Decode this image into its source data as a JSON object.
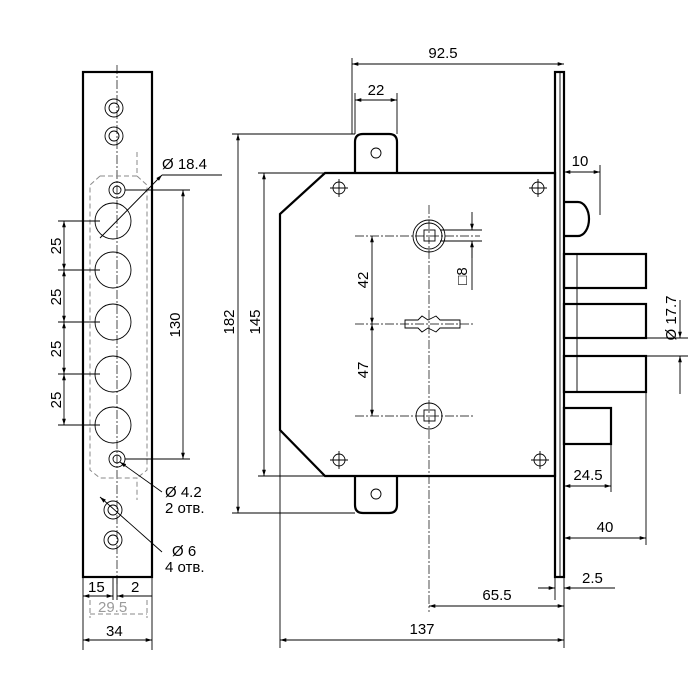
{
  "faceplate": {
    "dims": {
      "hole_dia": "Ø 18.4",
      "pitch_1": "25",
      "pitch_2": "25",
      "pitch_3": "25",
      "pitch_4": "25",
      "span": "130",
      "width_left": "15",
      "width_right": "2",
      "inner_width": "29.5",
      "total_width": "34"
    },
    "notes": {
      "small_hole_dia": "Ø 4.2",
      "small_hole_count": "2 отв.",
      "screw_hole_dia": "Ø 6",
      "screw_hole_count": "4 отв."
    }
  },
  "lock_body": {
    "dims": {
      "overall_depth": "92.5",
      "tab_width": "22",
      "height_182": "182",
      "height_145": "145",
      "upper_spacing": "42",
      "lower_spacing": "47",
      "square": "□8",
      "latch_offset": "10",
      "bolt_dia": "Ø 17.7",
      "bolt_projection": "24.5",
      "bolt_throw": "40",
      "plate_thickness": "2.5",
      "backset": "65.5",
      "total_length": "137"
    }
  },
  "colors": {
    "line": "#000000",
    "hidden": "#8a8a8a",
    "secondary_text": "#9a9a9a"
  }
}
